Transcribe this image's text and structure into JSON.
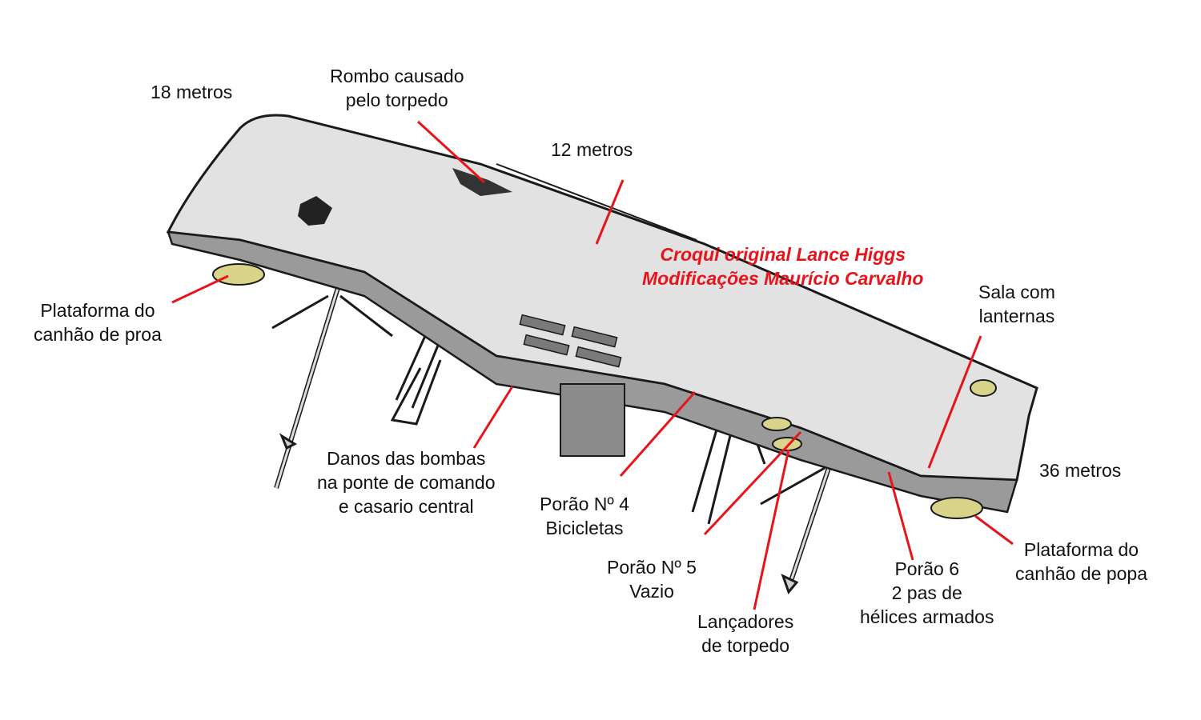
{
  "diagram": {
    "depths": {
      "bow": "18 metros",
      "middle": "12 metros",
      "stern": "36 metros"
    },
    "credits": {
      "line1": "Croqui original Lance Higgs",
      "line2": "Modificações Maurício Carvalho"
    },
    "labels": {
      "torpedo_hole": {
        "line1": "Rombo causado",
        "line2": "pelo torpedo"
      },
      "bow_gun": {
        "line1": "Plataforma do",
        "line2": "canhão de proa"
      },
      "bridge_damage": {
        "line1": "Danos das bombas",
        "line2": "na ponte de comando",
        "line3": "e casario central"
      },
      "hold4": {
        "line1": "Porão Nº 4",
        "line2": "Bicicletas"
      },
      "hold5": {
        "line1": "Porão Nº 5",
        "line2": "Vazio"
      },
      "torpedo_launchers": {
        "line1": "Lançadores",
        "line2": "de torpedo"
      },
      "hold6": {
        "line1": "Porão 6",
        "line2": "2 pas de",
        "line3": "hélices armados"
      },
      "lantern_room": {
        "line1": "Sala com",
        "line2": "lanternas"
      },
      "stern_gun": {
        "line1": "Plataforma do",
        "line2": "canhão de popa"
      }
    },
    "colors": {
      "leader_line": "#e8141b",
      "hull_fill": "#e2e2e2",
      "outline": "#1a1a1a",
      "gun_platform": "#d9d48a"
    }
  }
}
